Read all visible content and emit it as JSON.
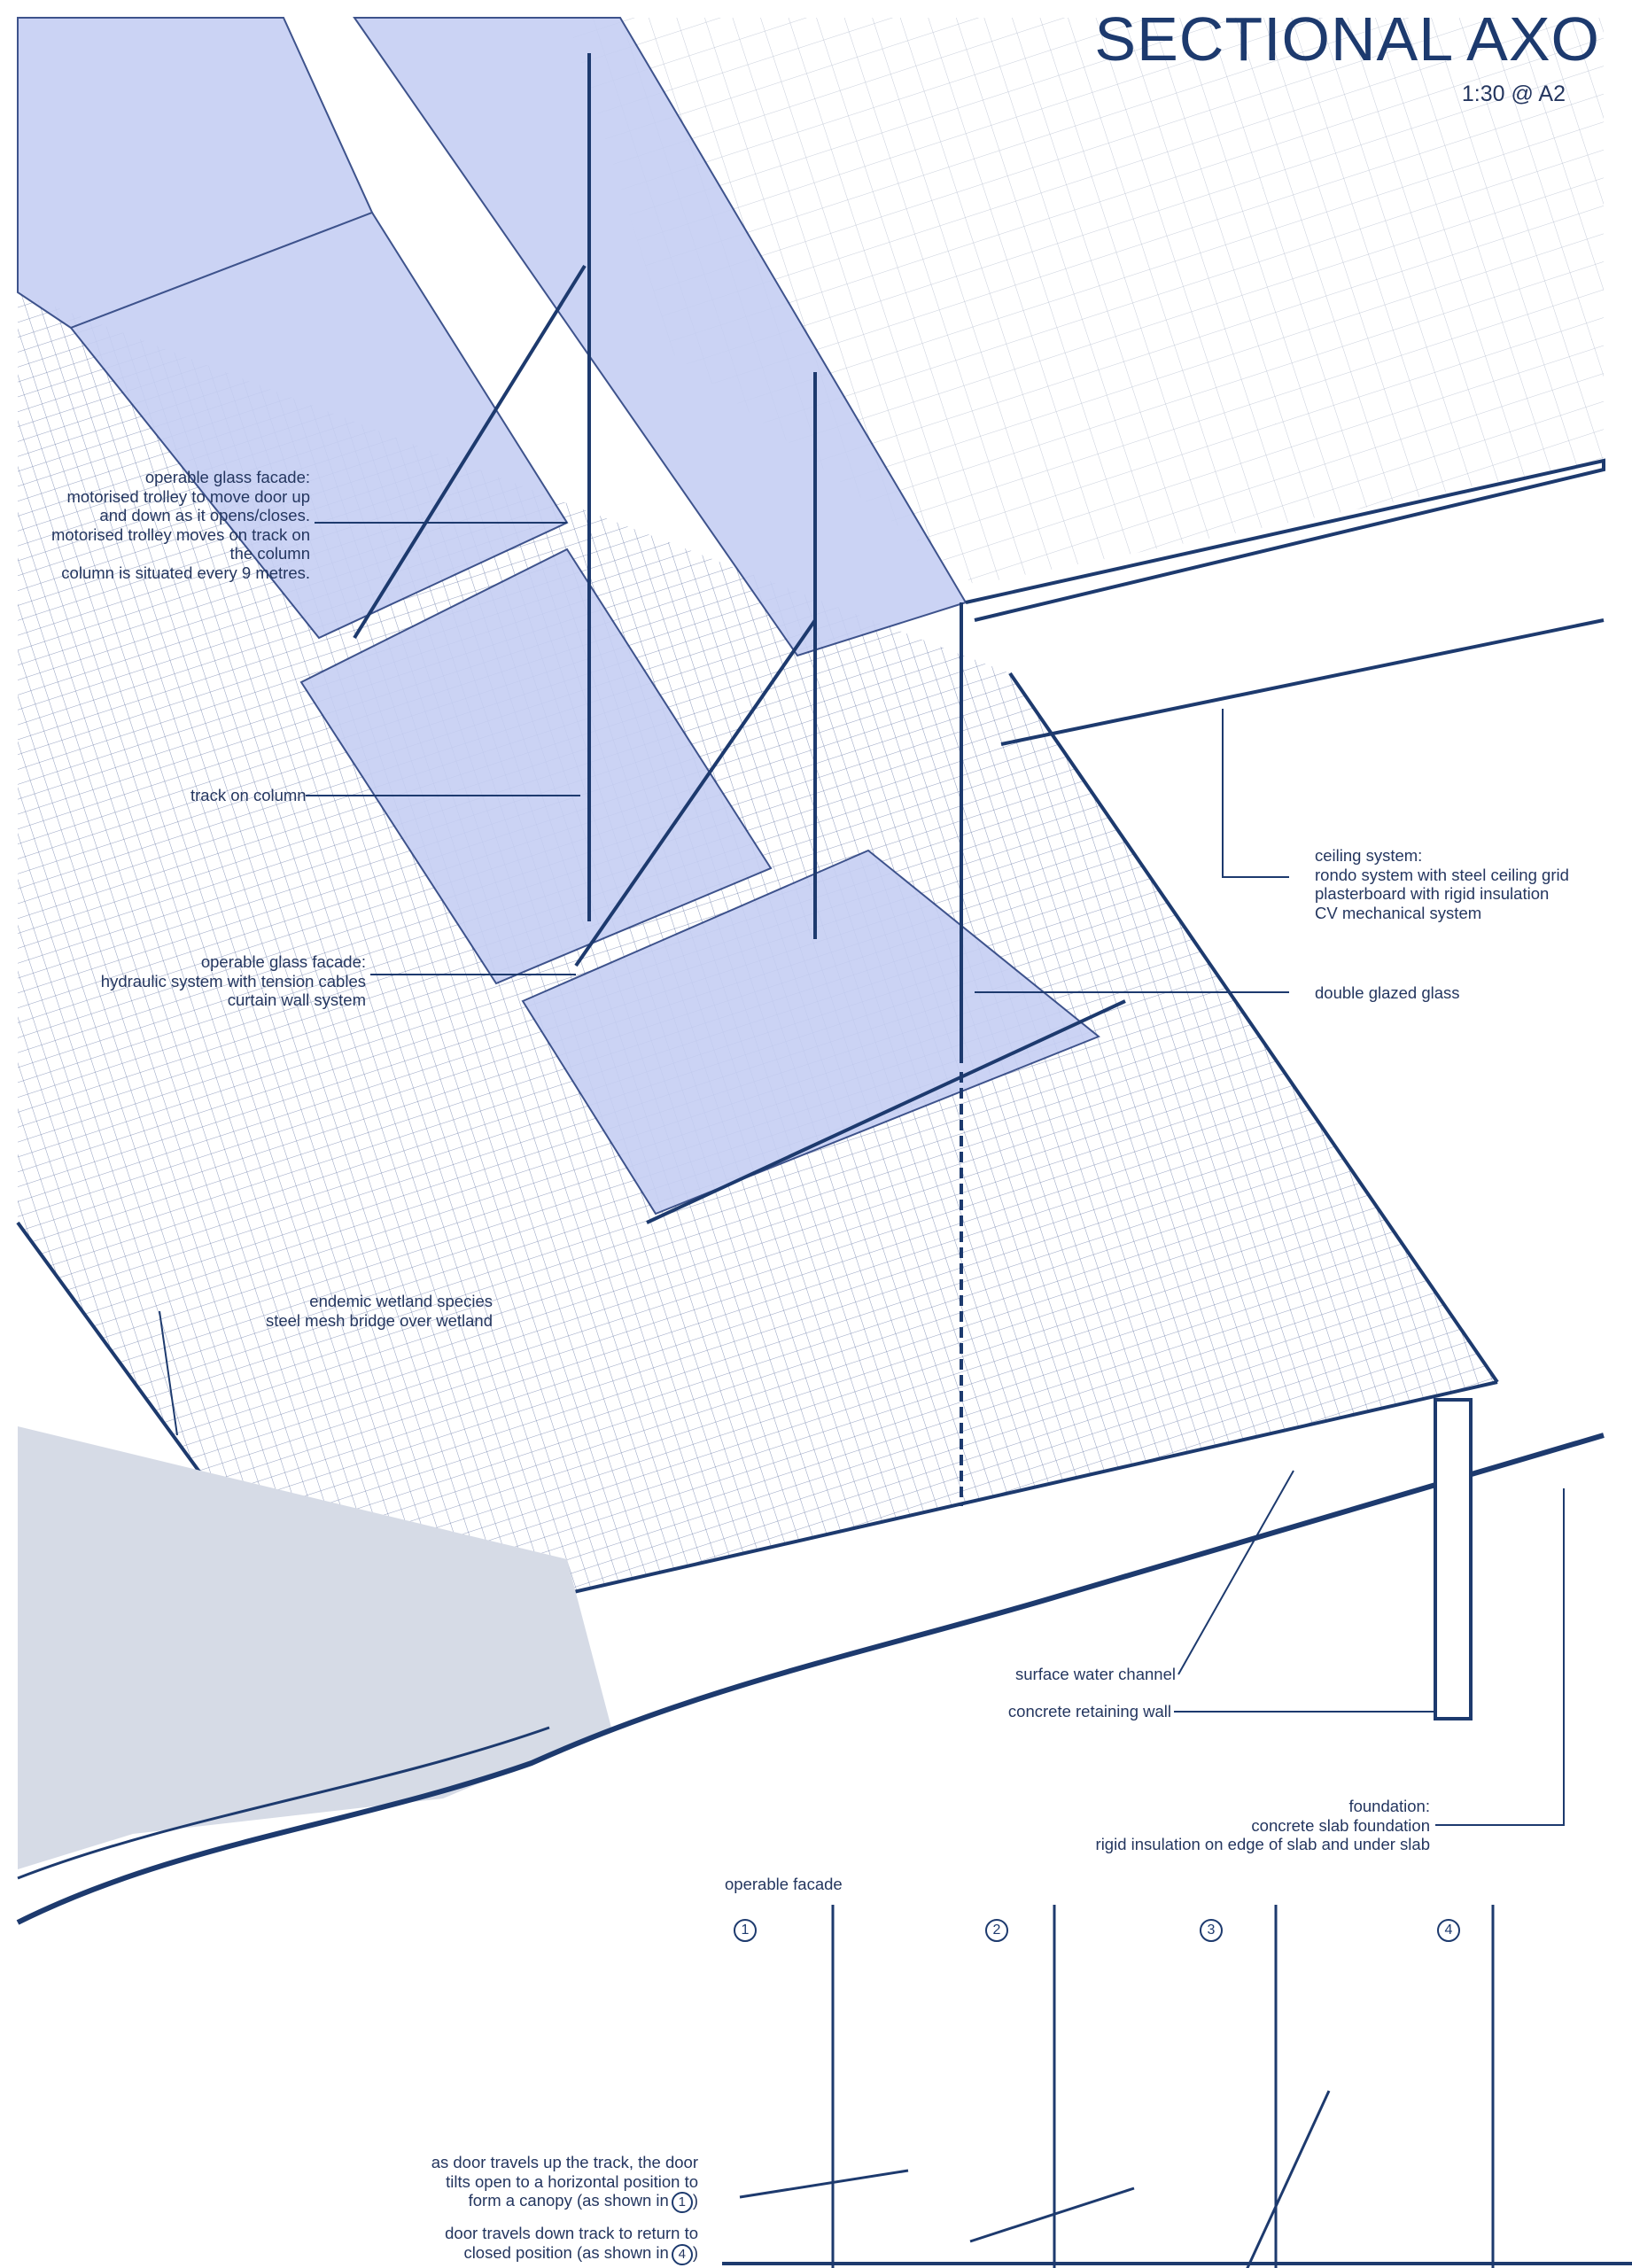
{
  "title": "SECTIONAL AXO",
  "scale": "1:30 @ A2",
  "colors": {
    "ink": "#1d3a6e",
    "glass": "#c9d3f5",
    "water": "#d6dbe6"
  },
  "annotations": {
    "trolley": [
      "operable glass facade:",
      "motorised trolley to move door up",
      "and down as it opens/closes.",
      "motorised trolley moves on track on",
      "the column",
      "column is situated every 9 metres."
    ],
    "track": "track on column",
    "hydraulic": [
      "operable glass facade:",
      "hydraulic system with tension cables",
      "curtain wall system"
    ],
    "ceiling": [
      "ceiling system:",
      "rondo system with steel ceiling grid",
      "plasterboard with rigid insulation",
      "CV mechanical system"
    ],
    "glass": "double glazed glass",
    "wetland": [
      "endemic wetland species",
      "steel mesh bridge over wetland"
    ],
    "channel": "surface water channel",
    "retaining": "concrete retaining wall",
    "foundation": [
      "foundation:",
      "concrete slab foundation",
      "rigid insulation on edge of slab and under slab"
    ]
  },
  "facade_diagram": {
    "label": "operable facade",
    "steps": [
      "1",
      "2",
      "3",
      "4"
    ]
  },
  "notes": {
    "open": [
      "as door travels up the track, the door",
      "tilts open to a horizontal position to",
      "form a canopy (as shown in"
    ],
    "open_ref": "1",
    "close": [
      "door travels down track to return to",
      "closed position (as shown in"
    ],
    "close_ref": "4"
  }
}
